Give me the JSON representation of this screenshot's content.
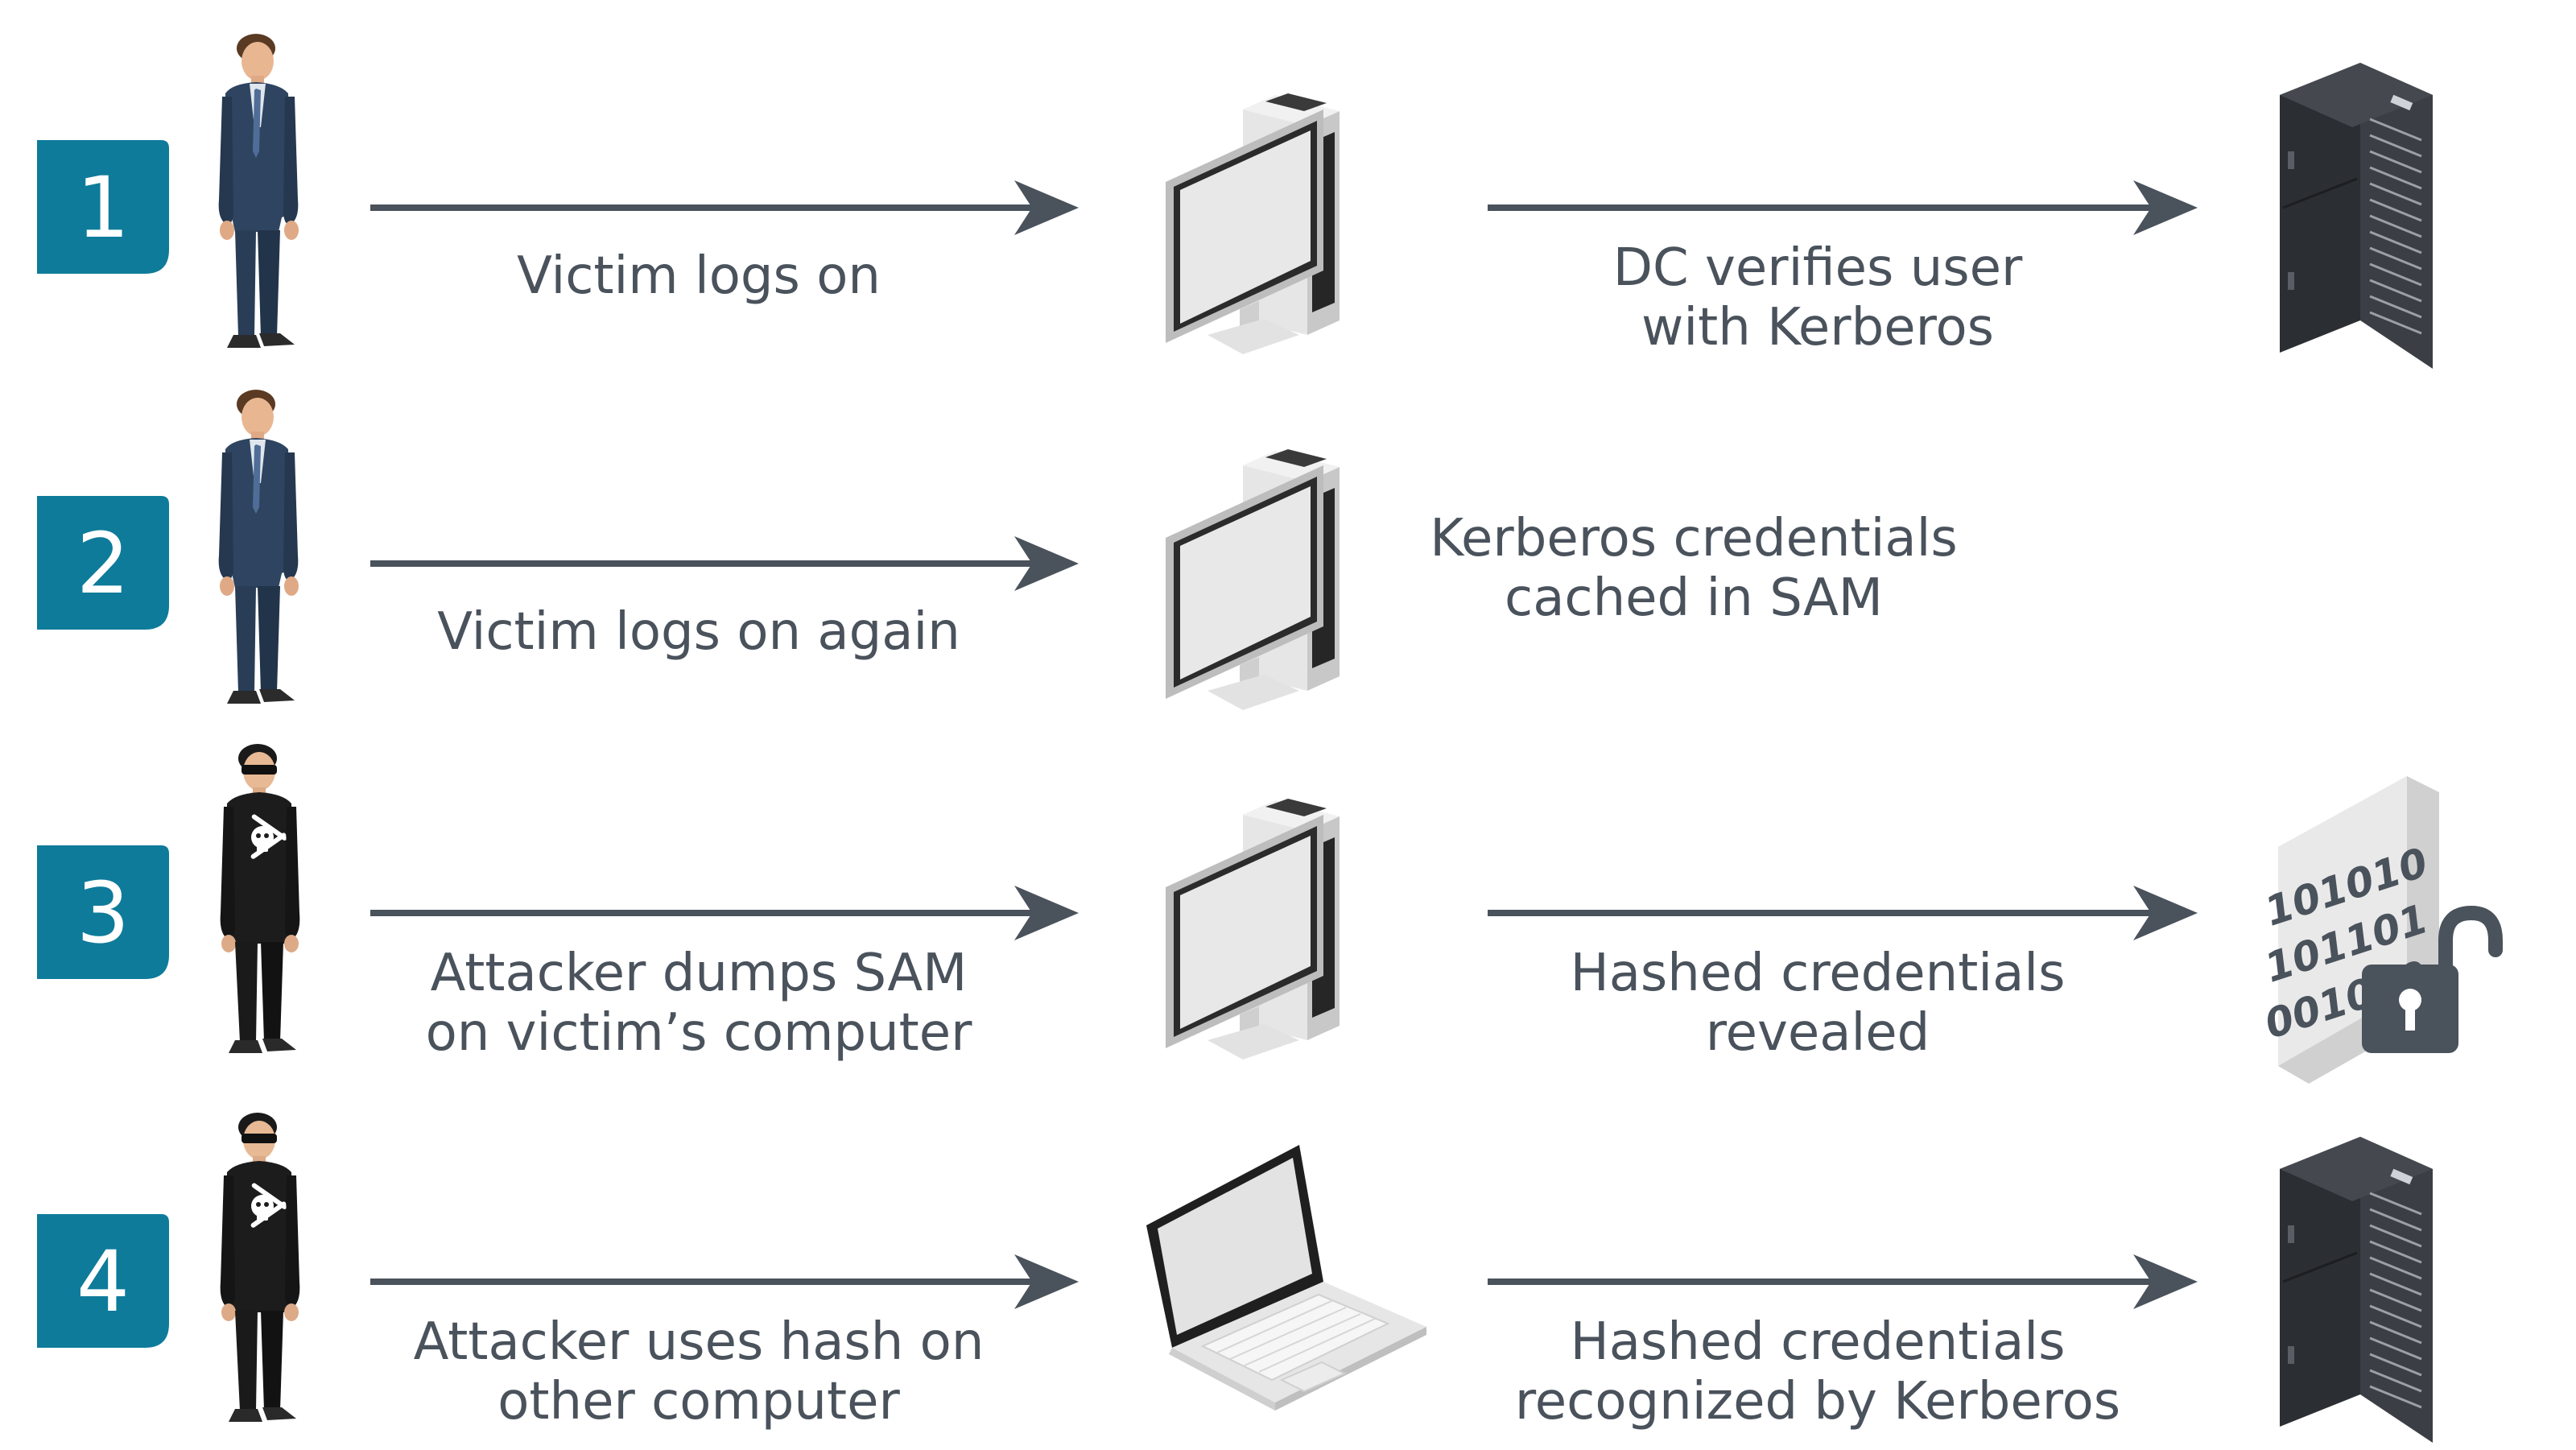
{
  "colors": {
    "badge": "#0e7b9a",
    "text": "#4a525c",
    "arrow": "#4a525c",
    "suit": "#2d3e55",
    "attacker": "#1e1e1e",
    "server": "#2c2f33",
    "lock": "#4a525c"
  },
  "steps": [
    {
      "number": "1",
      "actor": "victim",
      "arrow1_label": [
        "Victim logs on"
      ],
      "device": "desktop-computer",
      "arrow2_label": [
        "DC verifies user",
        "with Kerberos"
      ],
      "target": "server-rack",
      "has_second_arrow": true
    },
    {
      "number": "2",
      "actor": "victim",
      "arrow1_label": [
        "Victim logs on again"
      ],
      "device": "desktop-computer",
      "note_label": [
        "Kerberos credentials",
        "cached in SAM"
      ],
      "has_second_arrow": false
    },
    {
      "number": "3",
      "actor": "attacker",
      "arrow1_label": [
        "Attacker dumps SAM",
        "on victim’s computer"
      ],
      "device": "desktop-computer",
      "arrow2_label": [
        "Hashed credentials",
        "revealed"
      ],
      "target": "binary-document-unlocked",
      "binary_text": [
        "101010",
        "101101",
        "001010"
      ],
      "has_second_arrow": true
    },
    {
      "number": "4",
      "actor": "attacker",
      "arrow1_label": [
        "Attacker uses hash on",
        "other computer"
      ],
      "device": "laptop-computer",
      "arrow2_label": [
        "Hashed credentials",
        "recognized by Kerberos"
      ],
      "target": "server-rack",
      "has_second_arrow": true
    }
  ]
}
